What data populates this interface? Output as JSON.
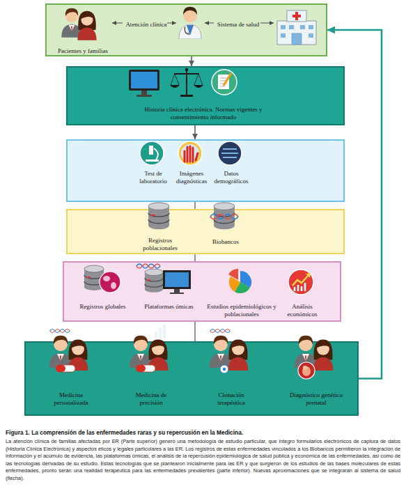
{
  "diagram": {
    "title": "Figura 1. La comprensión de las enfermedades raras y su repercusión en la Medicina.",
    "caption": "La atención clínica de familias afectadas por ER (Parte superior) generó una metodología de estudio particular, que integro formularios electrónicos de captura de datos (Historia Clínica Electrónica) y aspectos éticos y legales particulares a las ER. Los registros de estas enfermedades vinculados a los Biobancos permitieron la integración de información y el acúmulo de evidencia, las plataformas ómicas, el análisis de la repercusión epidemiológica de salud pública y económica de las enfermedades, así como de las tecnologías derivadas de su estudio. Estas tecnologías que se plantearon inicialmente para las ER y que surgieron de los estudios de las bases moleculares de estas enfermedades, pronto serán una realidad terapéutica para las enfermedades prevalentes (parte inferior). Nuevas aproximaciones que se integrarán al sistema de salud (flecha).",
    "nodes": [
      {
        "text": [
          "Atención clínica",
          "Sistema de salud",
          "Pacientes y familias"
        ]
      },
      {
        "text": [
          "Historia clínica electrónica. Normas vigentes y consentimiento informado"
        ]
      },
      {
        "text": [
          "Test de laboratorio",
          "Imágenes diagnósticas",
          "Datos demográficos"
        ]
      },
      {
        "text": [
          "Registros poblacionales",
          "Biobancos"
        ]
      },
      {
        "text": [
          "Registros globales",
          "Plataformas ómicas",
          "Estudios epidemiológicos y poblacionales",
          "Análisis económicos"
        ]
      },
      {
        "text": [
          "Medicina personalizada",
          "Medicina de precisión",
          "Clonación terapéutica",
          "Diagnóstico genético prenatal"
        ]
      }
    ],
    "edges": [
      {
        "from": 0,
        "to": 1,
        "arrow": "to"
      },
      {
        "from": 1,
        "to": 2,
        "arrow": "to"
      },
      {
        "from": 2,
        "to": 3,
        "arrow": "none"
      },
      {
        "from": 3,
        "to": 4,
        "arrow": "none"
      },
      {
        "from": 4,
        "to": 5,
        "arrow": "none"
      },
      {
        "from": 5,
        "to": 0,
        "arrow": "to"
      }
    ]
  }
}
